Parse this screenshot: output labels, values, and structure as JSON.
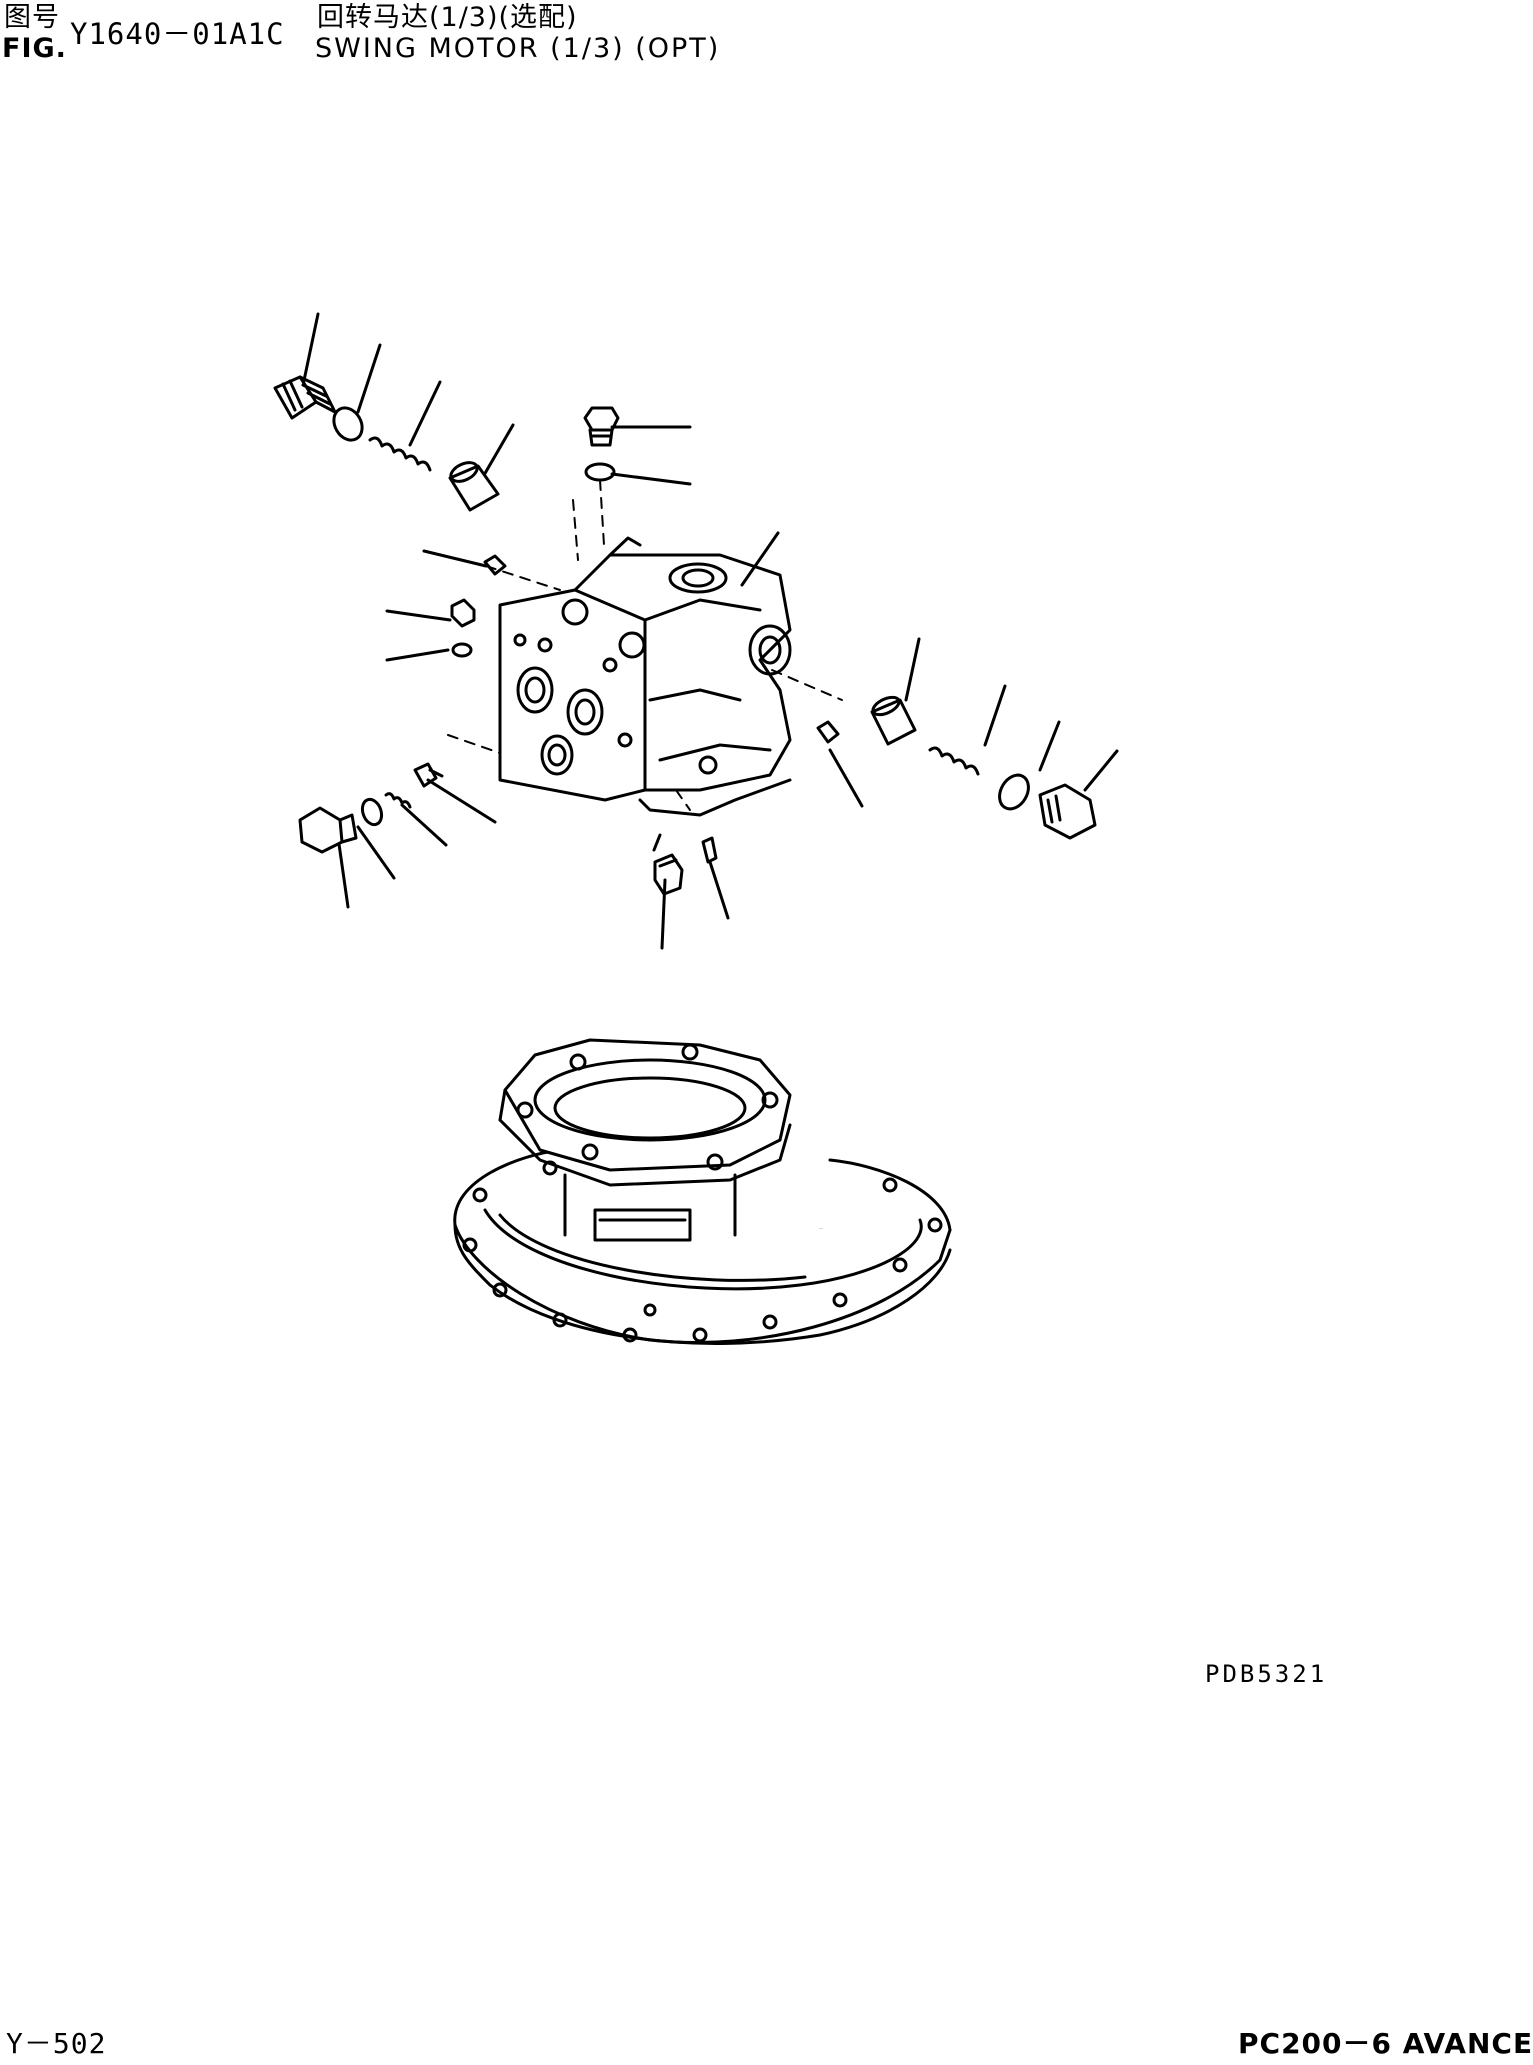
{
  "header": {
    "fig_label_cn": "图号",
    "fig_label_en": "FIG.",
    "fig_number": "Y1640－01A1C",
    "title_cn": "回转马达(1/3)(选配)",
    "title_en": "SWING MOTOR (1/3) (OPT)"
  },
  "diagram": {
    "code": "PDB5321"
  },
  "footer": {
    "page_number": "Y－502",
    "model": "PC200－6 AVANCE"
  }
}
